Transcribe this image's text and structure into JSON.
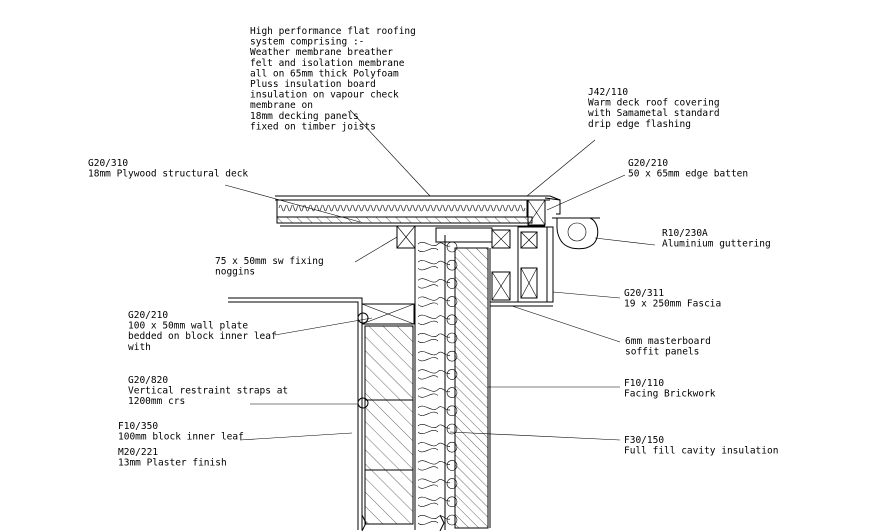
{
  "annotations": {
    "roof_system": {
      "lines": [
        "High performance flat roofing",
        "system comprising :-",
        "Weather membrane breather",
        "felt and isolation membrane",
        "all on 65mm thick Polyfoam",
        "Pluss insulation board",
        "insulation on vapour check",
        "membrane on",
        "18mm  decking panels",
        "fixed on timber joists"
      ]
    },
    "j42": {
      "lines": [
        "J42/110",
        "Warm deck roof covering",
        "with Samametal standard",
        "drip edge flashing"
      ]
    },
    "g20_310": {
      "lines": [
        "G20/310",
        "18mm Plywood structural deck"
      ]
    },
    "g20_210_batten": {
      "lines": [
        "G20/210",
        "50 x 65mm edge batten"
      ]
    },
    "r10": {
      "lines": [
        "R10/230A",
        "Aluminium guttering"
      ]
    },
    "noggins": {
      "lines": [
        "75 x 50mm sw fixing",
        "noggins"
      ]
    },
    "g20_311": {
      "lines": [
        "G20/311",
        "19 x 250mm Fascia"
      ]
    },
    "wall_plate": {
      "lines": [
        "G20/210",
        "100 x 50mm wall plate",
        "bedded on block inner leaf",
        "with"
      ]
    },
    "soffit": {
      "lines": [
        "6mm masterboard",
        "soffit panels"
      ]
    },
    "straps": {
      "lines": [
        "G20/820",
        "Vertical restraint straps at",
        "1200mm crs"
      ]
    },
    "facing": {
      "lines": [
        "F10/110",
        "Facing Brickwork"
      ]
    },
    "inner_leaf": {
      "lines": [
        "F10/350",
        "100mm block inner leaf"
      ]
    },
    "cavity": {
      "lines": [
        "F30/150",
        "Full fill cavity insulation"
      ]
    },
    "plaster": {
      "lines": [
        "M20/221",
        "13mm Plaster finish"
      ]
    }
  }
}
